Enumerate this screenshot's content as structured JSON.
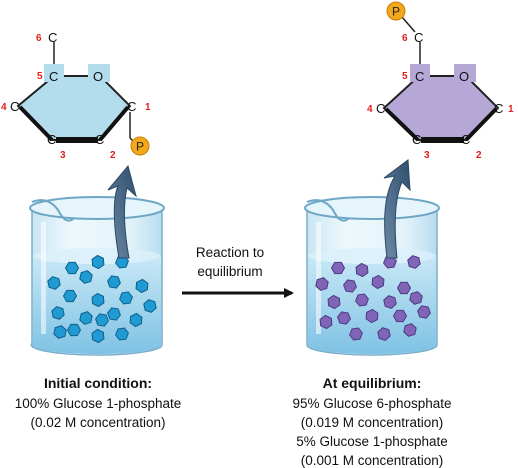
{
  "left_molecule": {
    "atoms": {
      "c6": "C",
      "c5": "C",
      "o": "O",
      "c4": "C",
      "c1": "C",
      "c3": "C",
      "c2": "C",
      "phosphate": "P"
    },
    "numbers": {
      "n6": "6",
      "n5": "5",
      "n4": "4",
      "n1": "1",
      "n3": "3",
      "n2": "2"
    }
  },
  "right_molecule": {
    "atoms": {
      "c6": "C",
      "c5": "C",
      "o": "O",
      "c4": "C",
      "c1": "C",
      "c3": "C",
      "c2": "C",
      "phosphate": "P"
    },
    "numbers": {
      "n6": "6",
      "n5": "5",
      "n4": "4",
      "n1": "1",
      "n3": "3",
      "n2": "2"
    }
  },
  "reaction_arrow": {
    "line1": "Reaction to",
    "line2": "equilibrium"
  },
  "left_caption": {
    "title": "Initial condition:",
    "line1": "100% Glucose 1-phosphate",
    "line2": "(0.02 M concentration)"
  },
  "right_caption": {
    "title": "At equilibrium:",
    "line1": "95% Glucose 6-phosphate",
    "line2": "(0.019 M concentration)",
    "line3": "5% Glucose 1-phosphate",
    "line4": "(0.001 M concentration)"
  },
  "colors": {
    "left_ring_fill": "#b3dcec",
    "right_ring_fill": "#b6a8d6",
    "phosphate": "#f3a81c",
    "beaker_liquid": "#9fd3ec",
    "left_molecules": "#1f9ad2",
    "right_molecules": "#8064b8",
    "curved_arrow": "#3d607f"
  }
}
